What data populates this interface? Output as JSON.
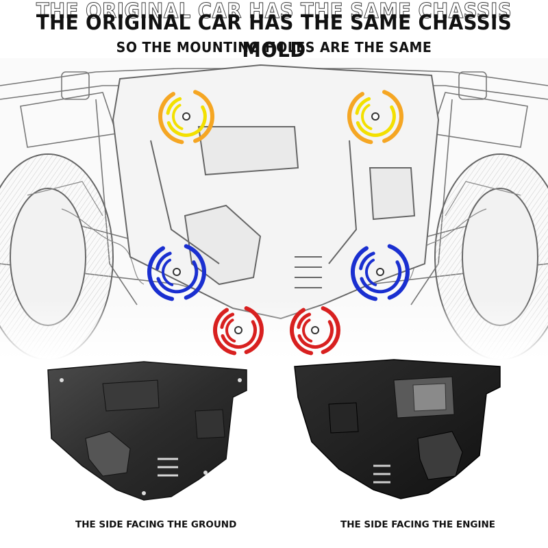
{
  "headline": "THE ORIGINAL CAR HAS THE SAME CHASSIS MOLD",
  "subheadline": "SO THE MOUNTING HOLES ARE THE SAME",
  "captions": {
    "ground_side": "THE SIDE FACING THE GROUND",
    "engine_side": "THE SIDE FACING THE ENGINE"
  },
  "mounting_hole_markers": [
    {
      "position": "upper-left",
      "color": "#f5a623",
      "inner_color": "#f3e000"
    },
    {
      "position": "upper-right",
      "color": "#f5a623",
      "inner_color": "#f3e000"
    },
    {
      "position": "middle-left",
      "color": "#1a2fd0"
    },
    {
      "position": "middle-right",
      "color": "#1a2fd0"
    },
    {
      "position": "lower-left",
      "color": "#d8201f"
    },
    {
      "position": "lower-right",
      "color": "#d8201f"
    }
  ],
  "colors": {
    "sketch_line": "#6f6f6f",
    "plate_dark": "#2b2b2b",
    "plate_engine": "#1f1f1f"
  }
}
